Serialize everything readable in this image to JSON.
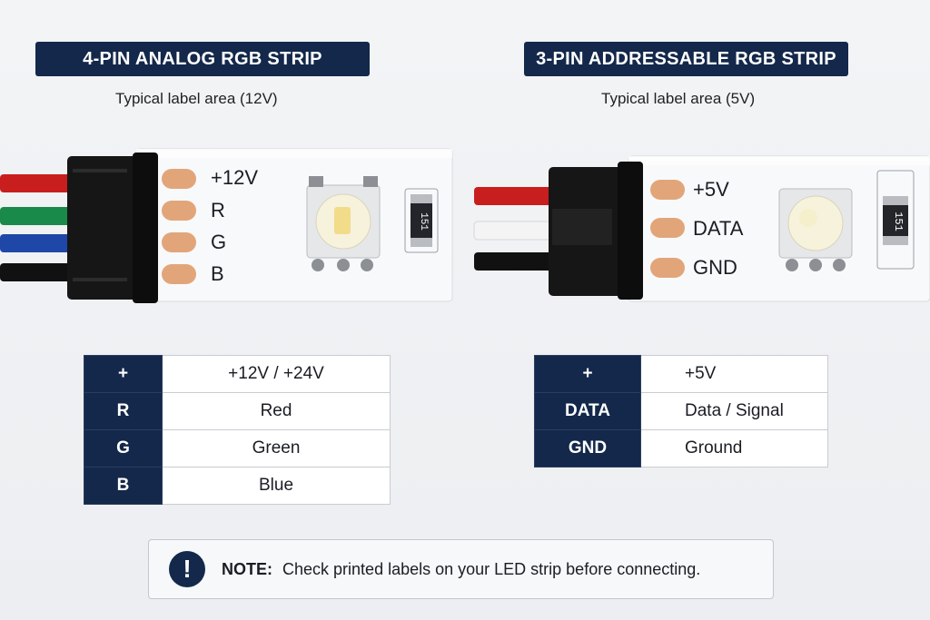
{
  "analog": {
    "title": "4-PIN ANALOG RGB STRIP",
    "subtitle": "Typical label area (12V)",
    "pads": [
      "+12V",
      "R",
      "G",
      "B"
    ],
    "resistor_code": "151",
    "wire_colors": [
      "#c81e1e",
      "#1a8a4a",
      "#1f47a8",
      "#111111"
    ],
    "table": [
      {
        "pin": "+",
        "value": "+12V / +24V"
      },
      {
        "pin": "R",
        "value": "Red"
      },
      {
        "pin": "G",
        "value": "Green"
      },
      {
        "pin": "B",
        "value": "Blue"
      }
    ]
  },
  "addressable": {
    "title": "3-PIN ADDRESSABLE RGB STRIP",
    "subtitle": "Typical label area (5V)",
    "pads": [
      "+5V",
      "DATA",
      "GND"
    ],
    "resistor_code": "151",
    "wire_colors": [
      "#c81e1e",
      "#f4f4f4",
      "#111111"
    ],
    "table": [
      {
        "pin": "+",
        "value": "+5V"
      },
      {
        "pin": "DATA",
        "value": "Data / Signal"
      },
      {
        "pin": "GND",
        "value": "Ground"
      }
    ]
  },
  "note": {
    "icon": "exclamation-icon",
    "icon_glyph": "!",
    "label": "NOTE:",
    "text": "Check printed labels on your LED strip before connecting."
  },
  "colors": {
    "accent_navy": "#13284a",
    "copper_pad": "#e2a57a",
    "connector": "#161616"
  }
}
